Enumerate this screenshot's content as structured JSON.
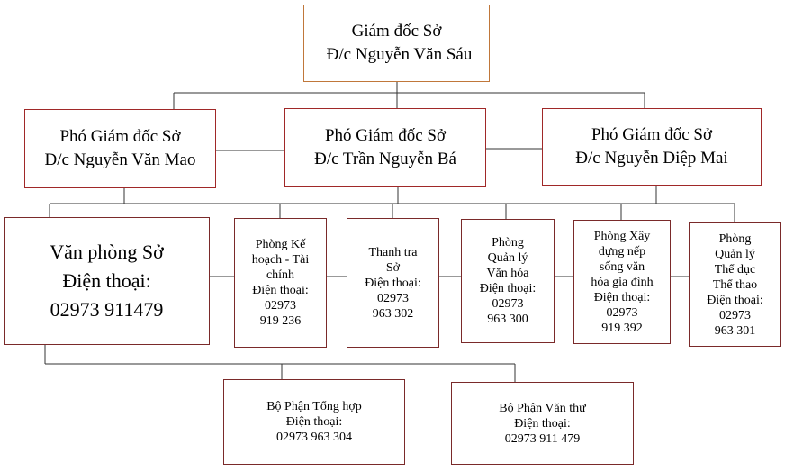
{
  "director": {
    "title": "Giám đốc Sở",
    "name": "Đ/c  Nguyễn Văn Sáu"
  },
  "deputies": [
    {
      "title": "Phó Giám đốc Sở",
      "name": "Đ/c Nguyễn Văn Mao"
    },
    {
      "title": "Phó Giám đốc Sở",
      "name": "Đ/c Trần Nguyễn Bá"
    },
    {
      "title": "Phó Giám đốc Sở",
      "name": "Đ/c Nguyễn Diệp Mai"
    }
  ],
  "office": {
    "line1": "Văn phòng Sở",
    "line2": "Điện thoại:",
    "line3": "02973 911479"
  },
  "departments": [
    {
      "lines": [
        "Phòng Kế",
        "hoạch - Tài",
        "chính",
        "Điện thoại:",
        "02973",
        "919 236"
      ]
    },
    {
      "lines": [
        "Thanh tra",
        "Sở",
        "Điện thoại:",
        "02973",
        "963 302"
      ]
    },
    {
      "lines": [
        "Phòng",
        "Quản lý",
        "Văn hóa",
        "Điện thoại:",
        "02973",
        "963 300"
      ]
    },
    {
      "lines": [
        "Phòng Xây",
        "dựng nếp",
        "sống văn",
        "hóa gia đình",
        "Điện thoại:",
        "02973",
        "919 392"
      ]
    },
    {
      "lines": [
        "Phòng",
        "Quản lý",
        "Thể dục",
        "Thể thao",
        "Điện thoại:",
        "02973",
        "963 301"
      ]
    }
  ],
  "sub_units": [
    {
      "lines": [
        "Bộ Phận Tổng hợp",
        "Điện thoại:",
        "02973 963 304"
      ]
    },
    {
      "lines": [
        "Bộ Phận Văn thư",
        "Điện thoại:",
        "02973 911 479"
      ]
    }
  ]
}
